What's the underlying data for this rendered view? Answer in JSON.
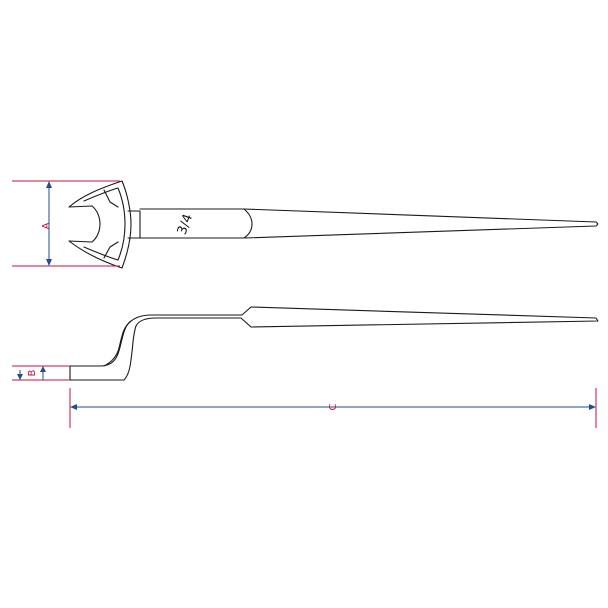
{
  "drawing": {
    "size_marking": "3/4",
    "dimensions": {
      "a": "A",
      "b": "B",
      "c": "C"
    },
    "colors": {
      "outline": "#1a1a1a",
      "extension_line": "#c0123c",
      "dimension_line": "#1f4f8f",
      "label": "#c0123c"
    }
  }
}
